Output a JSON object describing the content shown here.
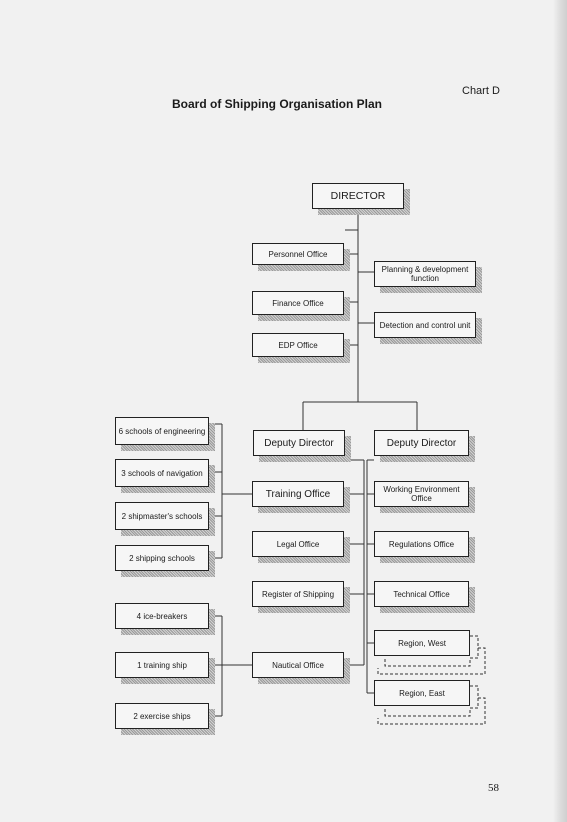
{
  "header": {
    "chart_label": "Chart D",
    "title": "Board of Shipping Organisation Plan"
  },
  "page_number": "58",
  "org": {
    "director": "DIRECTOR",
    "staff": {
      "personnel_office": "Personnel Office",
      "finance_office": "Finance Office",
      "edp_office": "EDP Office",
      "planning": "Planning & development function",
      "detection": "Detection and control unit"
    },
    "deputy_left": "Deputy Director",
    "deputy_right": "Deputy Director",
    "left_column": {
      "training_office": "Training Office",
      "legal_office": "Legal Office",
      "register": "Register of Shipping",
      "nautical_office": "Nautical Office"
    },
    "right_column": {
      "working_env": "Working Environment Office",
      "regulations": "Regulations Office",
      "technical": "Technical Office",
      "region_west": "Region, West",
      "region_east": "Region, East"
    },
    "schools": {
      "engineering": "6 schools of engineering",
      "navigation": "3 schools of navigation",
      "shipmaster": "2 shipmaster's schools",
      "shipping": "2 shipping schools"
    },
    "vessels": {
      "ice_breakers": "4 ice-breakers",
      "training_ship": "1 training ship",
      "exercise_ships": "2 exercise ships"
    }
  }
}
